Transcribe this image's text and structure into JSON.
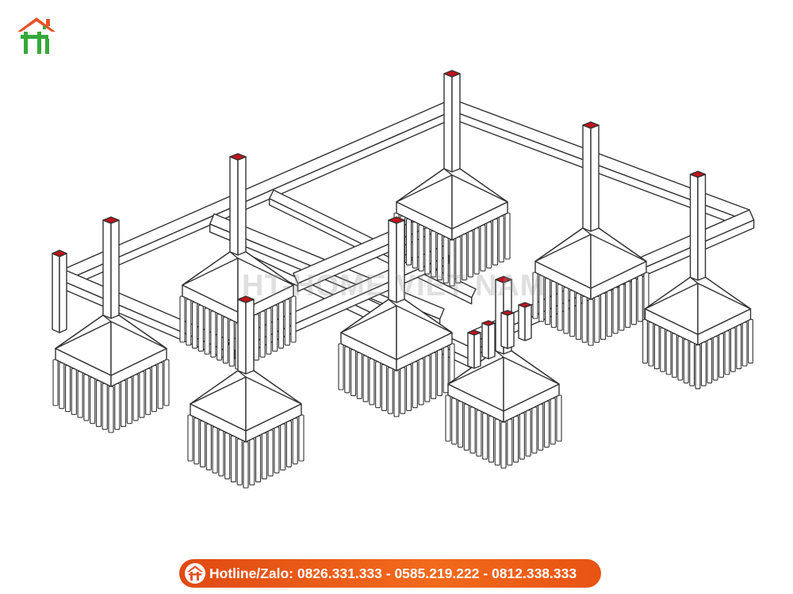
{
  "watermark": "HT-HOME VIET NAM",
  "hotline": {
    "label": "Hotline/Zalo:",
    "numbers": "0826.331.333 - 0585.219.222 - 0812.338.333"
  },
  "colors": {
    "line": "#333333",
    "column_cap": "#c0141c",
    "logo_roof": "#e6542a",
    "logo_green": "#35a83a",
    "hotline_bg": "#f26a1c"
  },
  "icons": {
    "logo": "house-logo-icon",
    "hotline": "house-logo-icon"
  }
}
